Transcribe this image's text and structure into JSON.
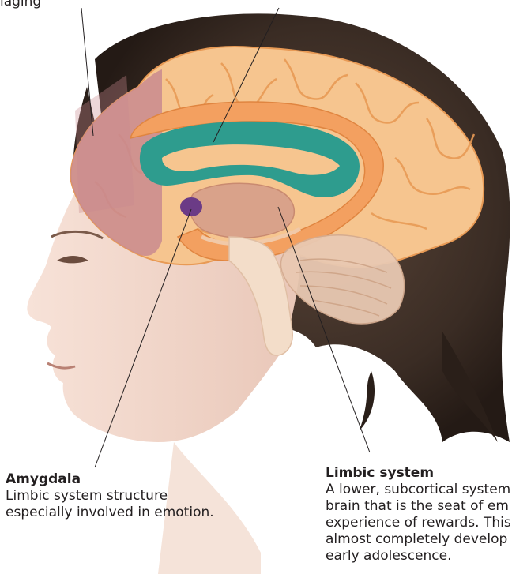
{
  "top_fragment": "laging",
  "labels": {
    "amygdala": {
      "title": "Amygdala",
      "description": "Limbic system structure\nespecially involved in emotion."
    },
    "limbic_system": {
      "title": "Limbic system",
      "description": "A lower, subcortical system\nbrain that is the seat of em\nexperience of rewards. This\nalmost completely develop\nearly adolescence."
    }
  },
  "colors": {
    "cortex": "#f6c58f",
    "cortex_outline": "#e89a55",
    "prefrontal": "#c98a8f",
    "corpus_callosum": "#2e9c8e",
    "limbic": "#f3a060",
    "amygdala": "#6b3b86",
    "hair": "#3a2c24",
    "skin": "#f4dcd0",
    "line": "#231f20"
  }
}
